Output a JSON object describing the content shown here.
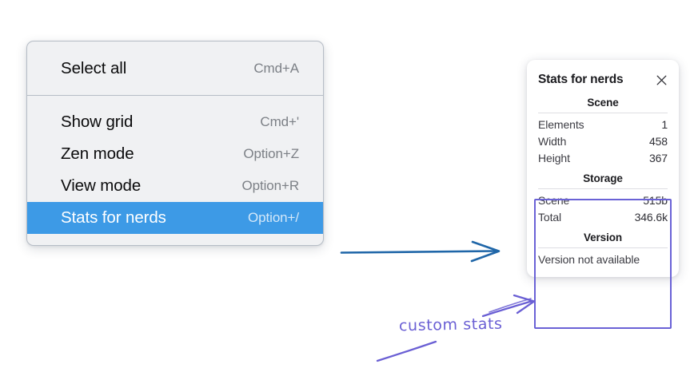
{
  "colors": {
    "menu_background": "#f0f1f3",
    "menu_border": "#b6bdc6",
    "menu_highlight": "#3d9ae6",
    "annotation_purple": "#6a62d6",
    "arrow_blue": "#1f66a8",
    "panel_background": "#ffffff"
  },
  "context_menu": {
    "sections": [
      {
        "items": [
          {
            "label": "Select all",
            "shortcut": "Cmd+A",
            "selected": false,
            "name": "menu-item-select-all"
          }
        ]
      },
      {
        "items": [
          {
            "label": "Show grid",
            "shortcut": "Cmd+'",
            "selected": false,
            "name": "menu-item-show-grid"
          },
          {
            "label": "Zen mode",
            "shortcut": "Option+Z",
            "selected": false,
            "name": "menu-item-zen-mode"
          },
          {
            "label": "View mode",
            "shortcut": "Option+R",
            "selected": false,
            "name": "menu-item-view-mode"
          },
          {
            "label": "Stats for nerds",
            "shortcut": "Option+/",
            "selected": true,
            "name": "menu-item-stats-for-nerds"
          }
        ]
      }
    ]
  },
  "stats_panel": {
    "title": "Stats for nerds",
    "close_icon": "close-icon",
    "sections": [
      {
        "heading": "Scene",
        "rows": [
          {
            "label": "Elements",
            "value": "1"
          },
          {
            "label": "Width",
            "value": "458"
          },
          {
            "label": "Height",
            "value": "367"
          }
        ]
      },
      {
        "heading": "Storage",
        "rows": [
          {
            "label": "Scene",
            "value": "515b"
          },
          {
            "label": "Total",
            "value": "346.6k"
          }
        ]
      },
      {
        "heading": "Version",
        "single_line": "Version not available"
      }
    ]
  },
  "annotations": {
    "custom_stats_label": "custom stats",
    "blue_arrow": "arrow-menu-to-panel",
    "purple_arrow": "arrow-label-to-custom-stats"
  }
}
